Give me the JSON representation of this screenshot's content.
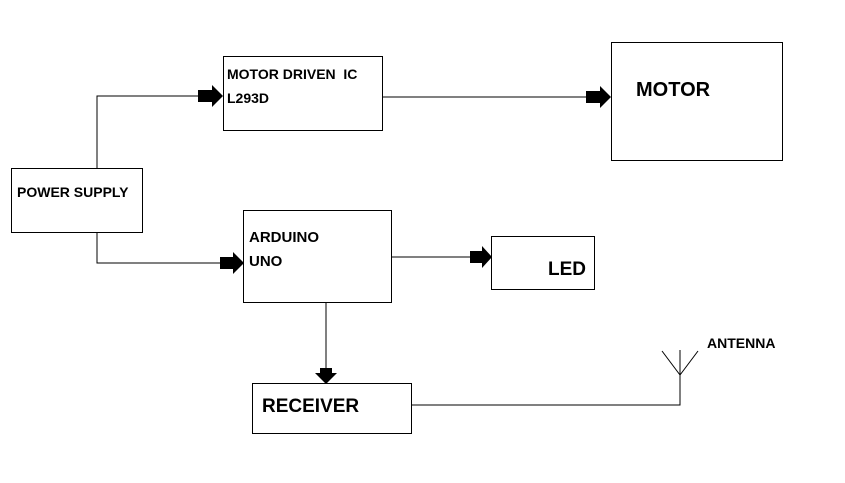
{
  "diagram": {
    "blocks": {
      "power_supply": {
        "label": "POWER SUPPLY"
      },
      "motor_driver": {
        "line1": "MOTOR DRIVEN  IC",
        "line2": "L293D"
      },
      "motor": {
        "label": "MOTOR"
      },
      "arduino": {
        "line1": "ARDUINO",
        "line2": "UNO"
      },
      "led": {
        "label": "LED"
      },
      "receiver": {
        "label": "RECEIVER"
      }
    },
    "antenna": {
      "label": "ANTENNA"
    },
    "colors": {
      "line": "#000000",
      "background": "#ffffff"
    }
  }
}
